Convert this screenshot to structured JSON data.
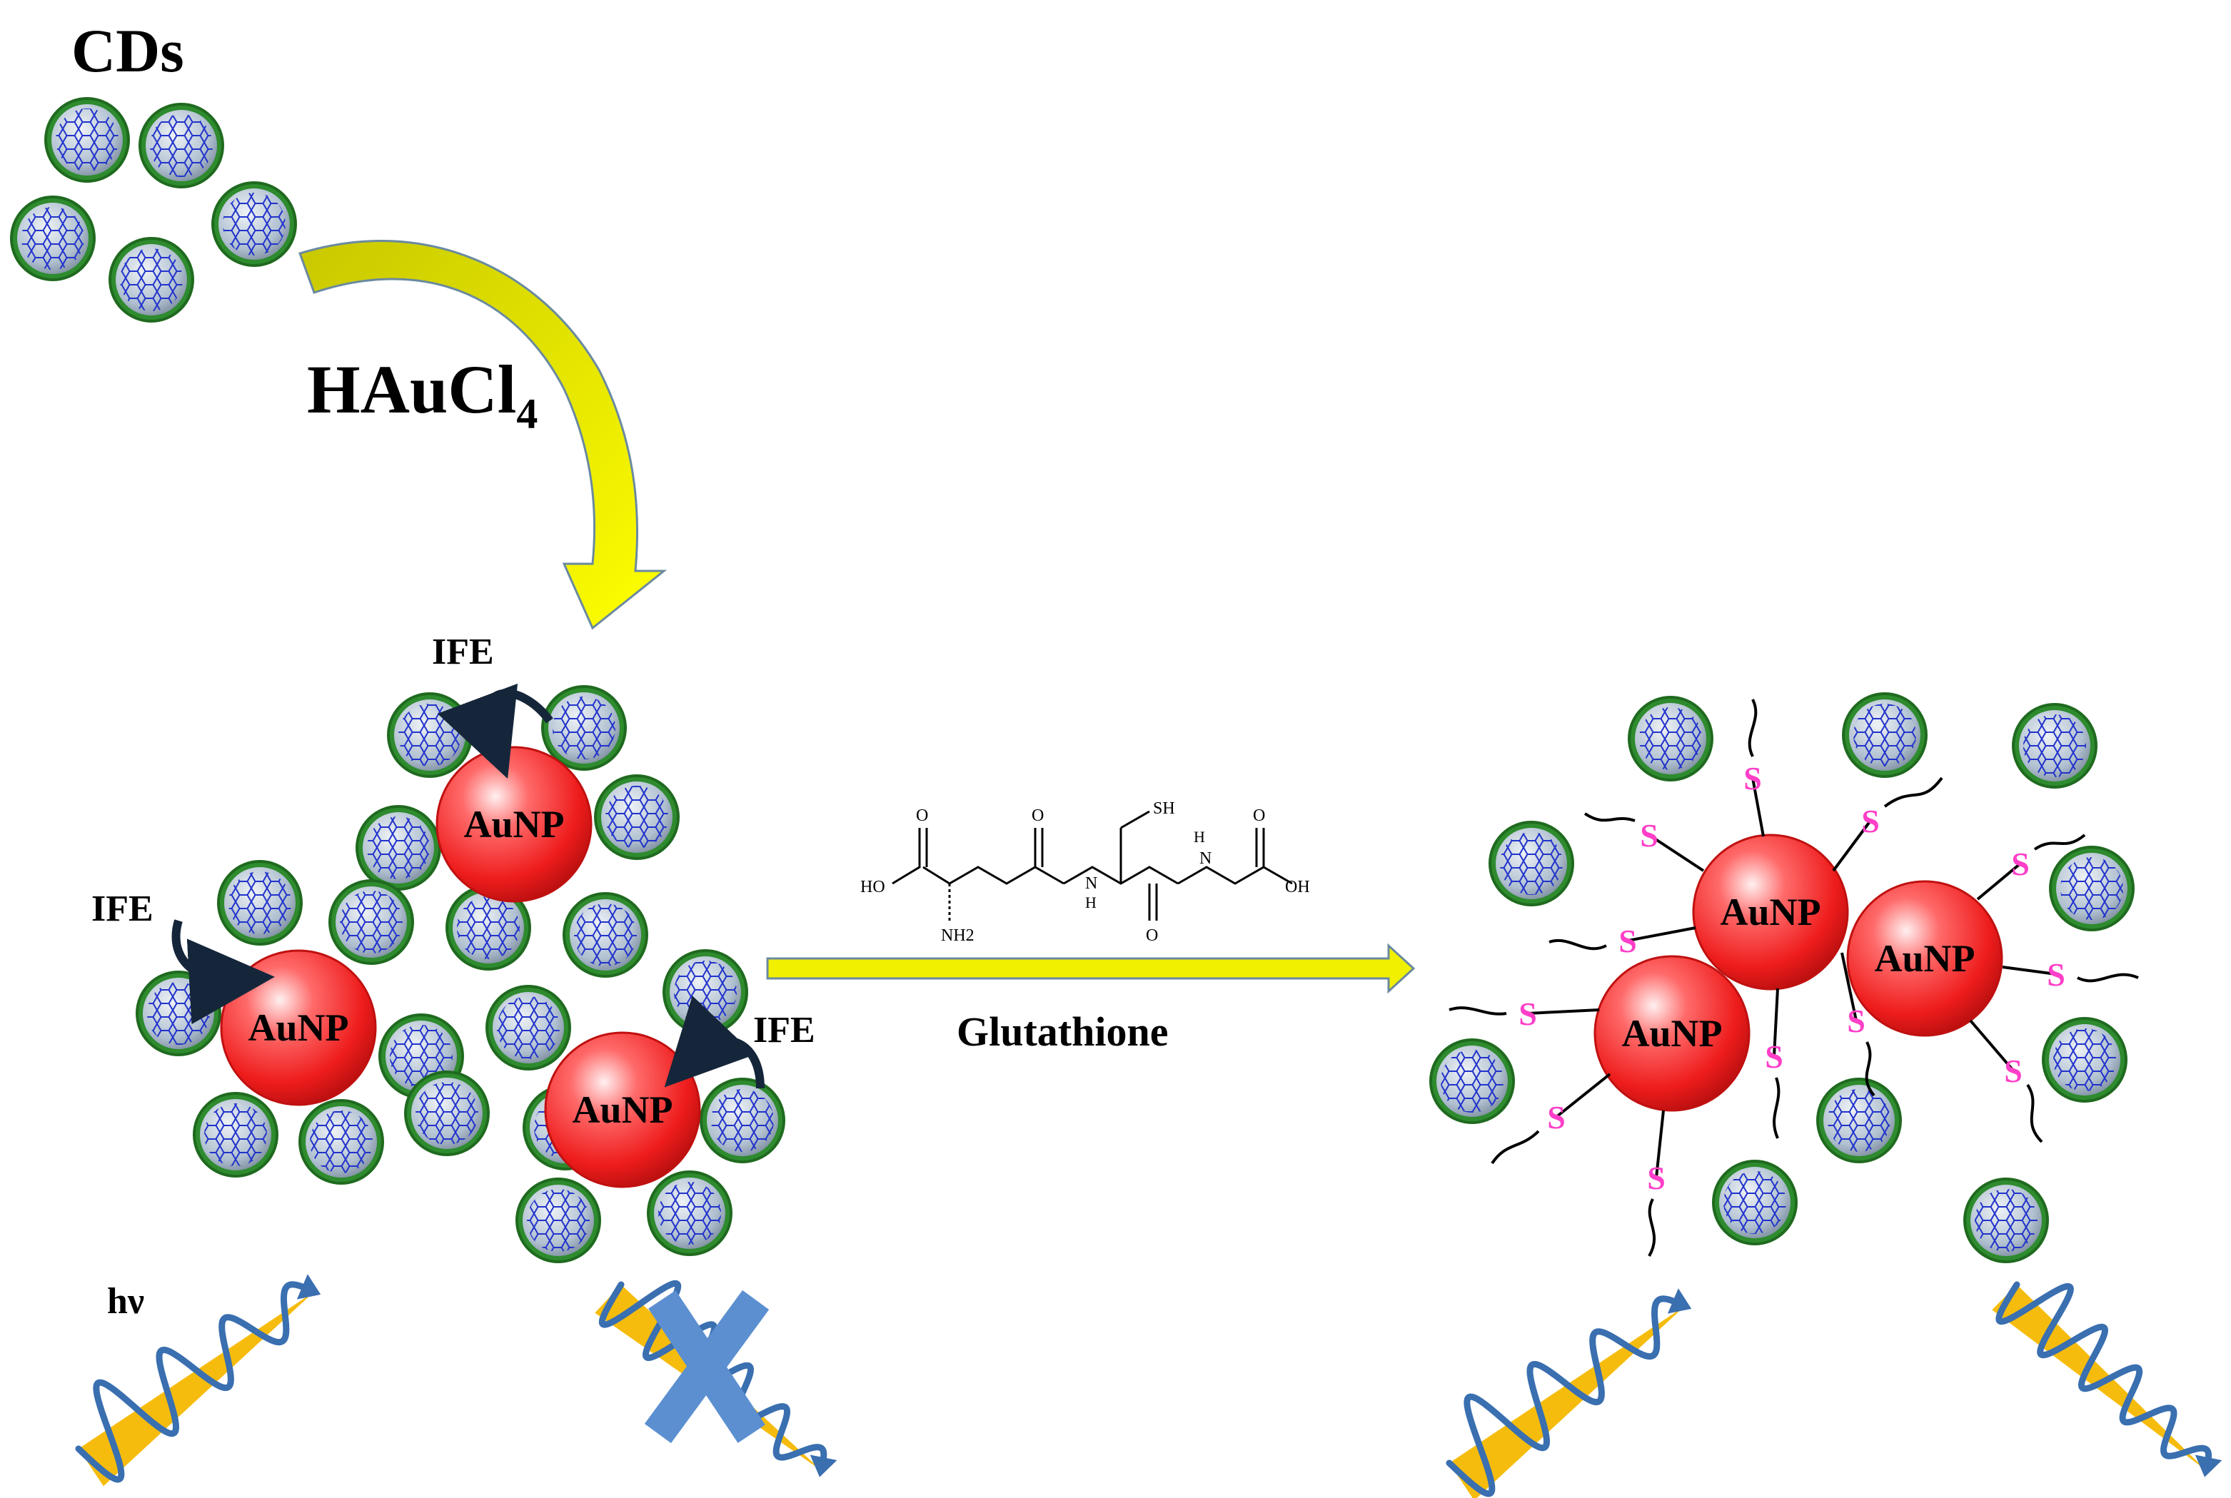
{
  "labels": {
    "cds": "CDs",
    "reagent_main": "HAuCl",
    "reagent_sub": "4",
    "ife": "IFE",
    "aunp": "AuNP",
    "glutathione": "Glutathione",
    "hv": "hν",
    "sulfur": "S"
  },
  "molecule": {
    "sh": "SH",
    "ho": "HO",
    "oh": "OH",
    "o": "O",
    "h": "H",
    "n": "N",
    "nh2": "NH2"
  },
  "colors": {
    "cd_fill": "#b8c8d8",
    "cd_ring": "#2e8b2e",
    "cd_mesh": "#2233cc",
    "aunp_fill": "#ee1c1c",
    "arrow_yellow": "#f0f000",
    "arrow_curve": "#d8d800",
    "wave_stroke": "#3a6fb0",
    "wave_fill": "#f5b800",
    "cross": "#5b8fd0",
    "sulfur": "#ff3fc8"
  }
}
